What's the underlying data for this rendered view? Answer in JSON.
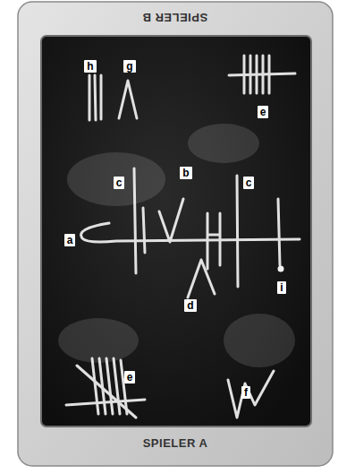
{
  "diagram": {
    "labels": [
      "SPIELER B",
      "h",
      "g",
      "e",
      "c",
      "b",
      "c",
      "a",
      "i",
      "d",
      "e",
      "f",
      "SPIELER A"
    ]
  }
}
